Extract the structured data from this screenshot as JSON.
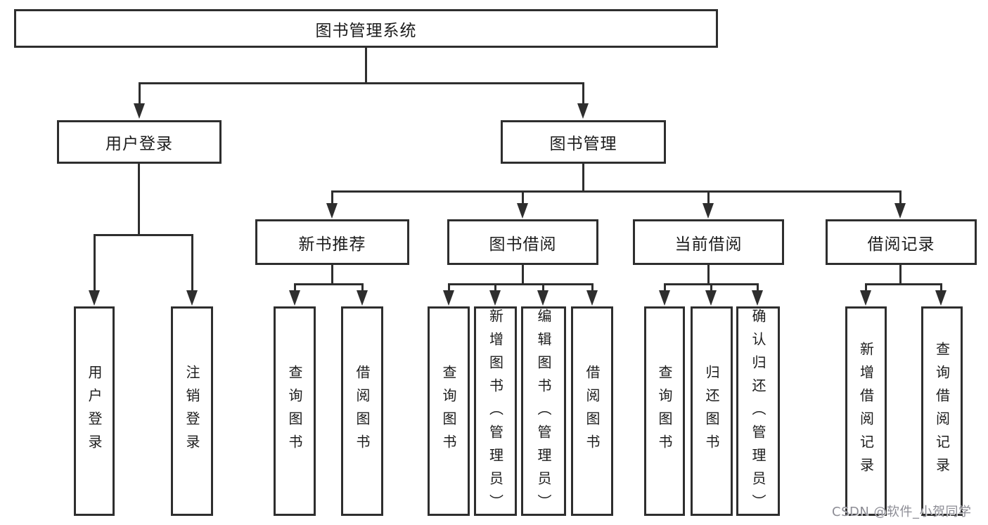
{
  "diagram_title": "图书管理系统",
  "tree": {
    "label": "图书管理系统",
    "children": [
      {
        "label": "用户登录",
        "children": [
          {
            "label": "用户登录"
          },
          {
            "label": "注销登录"
          }
        ]
      },
      {
        "label": "图书管理",
        "children": [
          {
            "label": "新书推荐",
            "children": [
              {
                "label": "查询图书"
              },
              {
                "label": "借阅图书"
              }
            ]
          },
          {
            "label": "图书借阅",
            "children": [
              {
                "label": "查询图书"
              },
              {
                "label": "新增图书（管理员）"
              },
              {
                "label": "编辑图书（管理员）"
              },
              {
                "label": "借阅图书"
              }
            ]
          },
          {
            "label": "当前借阅",
            "children": [
              {
                "label": "查询图书"
              },
              {
                "label": "归还图书"
              },
              {
                "label": "确认归还（管理员）"
              }
            ]
          },
          {
            "label": "借阅记录",
            "children": [
              {
                "label": "新增借阅记录"
              },
              {
                "label": "查询借阅记录"
              }
            ]
          }
        ]
      }
    ]
  },
  "watermark": {
    "text": "CSDN @软件_小贺同学"
  },
  "colors": {
    "background": "#ffffff",
    "line": "#2e2e2e",
    "box_border": "#2e2e2e",
    "text": "#1c1c1c",
    "watermark": "#8d8d95"
  }
}
